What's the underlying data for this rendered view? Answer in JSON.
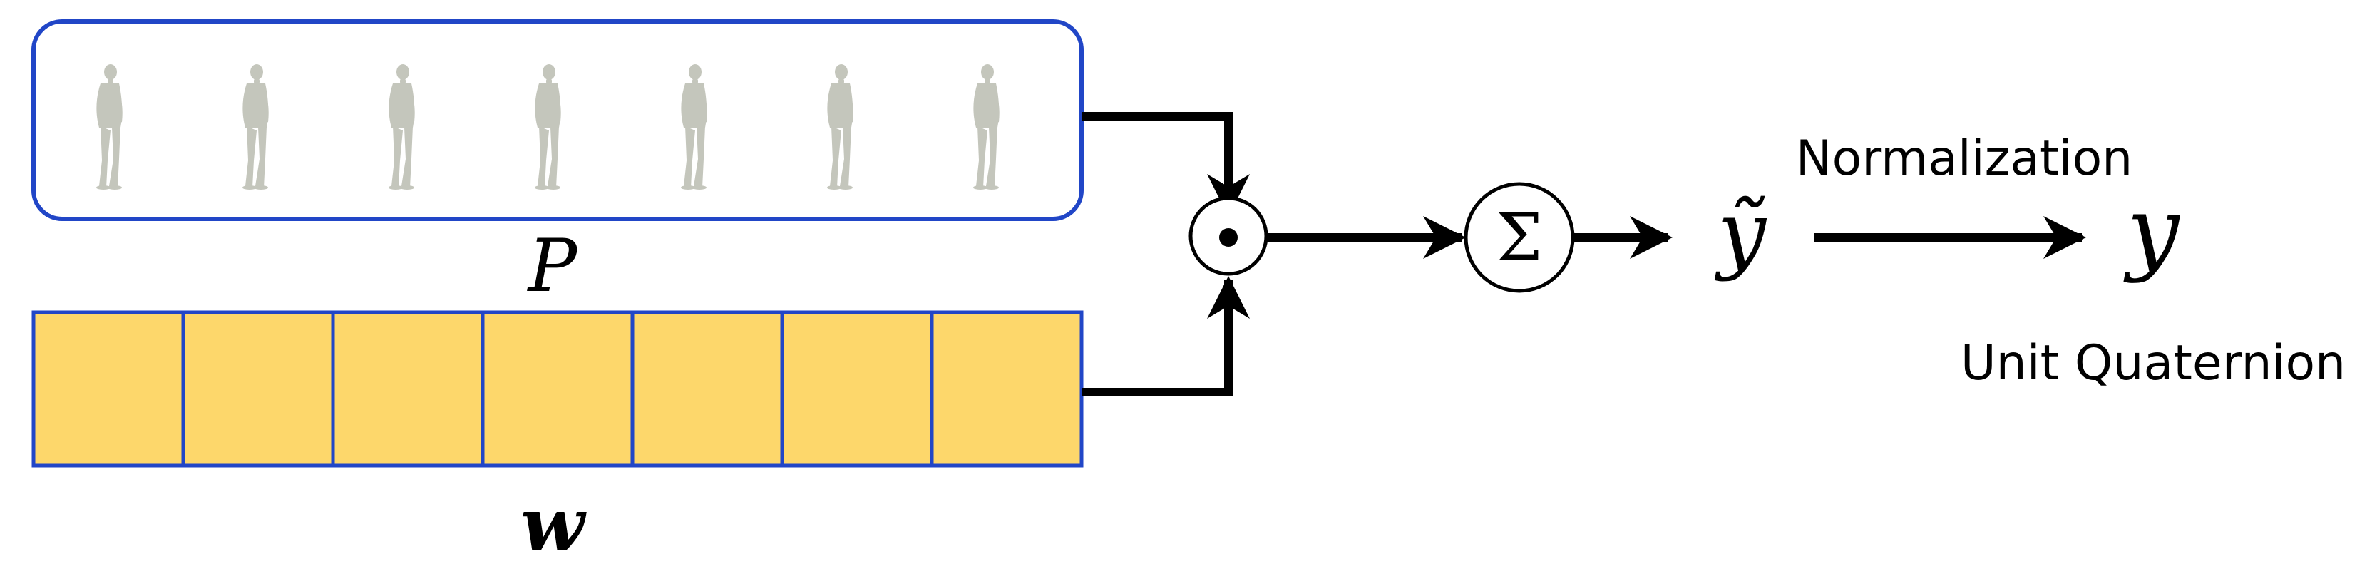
{
  "poses": {
    "label": "P",
    "count": 7,
    "border_color": "#2146c7",
    "figure_color": "#c4c6bc"
  },
  "weights": {
    "label": "w",
    "count": 7,
    "fill_color": "#fdd76b",
    "border_color": "#2146c7"
  },
  "operators": {
    "hadamard_symbol": "•",
    "sum_symbol": "Σ"
  },
  "output": {
    "y_tilde": "ỹ",
    "y": "y",
    "normalization_label": "Normalization",
    "unit_quaternion_label": "Unit Quaternion"
  },
  "icons": [
    "human-pose-icon",
    "hadamard-product-icon",
    "sum-icon",
    "arrow-icon"
  ],
  "colors": {
    "arrow": "#000000"
  }
}
